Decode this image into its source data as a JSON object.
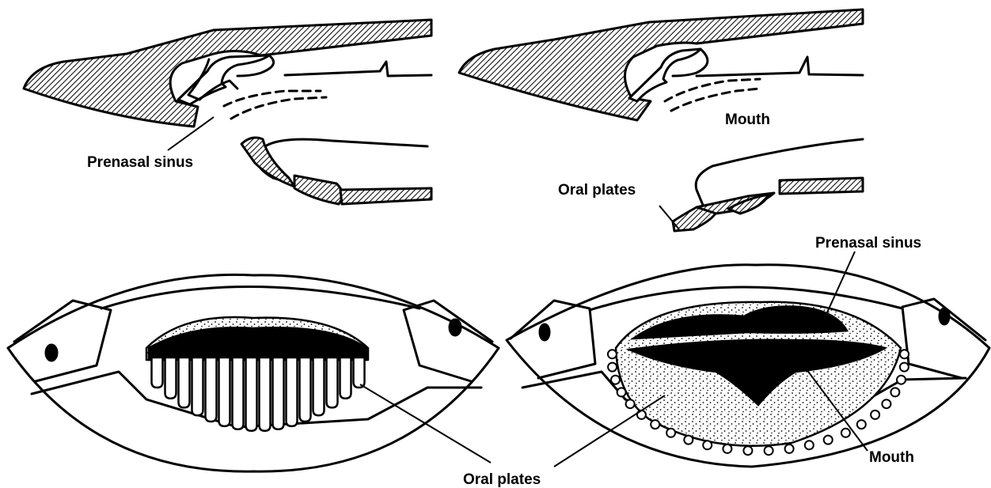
{
  "labels": {
    "prenasal_sinus_top_left": "Prenasal sinus",
    "mouth_top_right": "Mouth",
    "oral_plates_top_right": "Oral plates",
    "prenasal_sinus_bottom_right": "Prenasal sinus",
    "mouth_bottom_right": "Mouth",
    "oral_plates_bottom": "Oral plates"
  }
}
